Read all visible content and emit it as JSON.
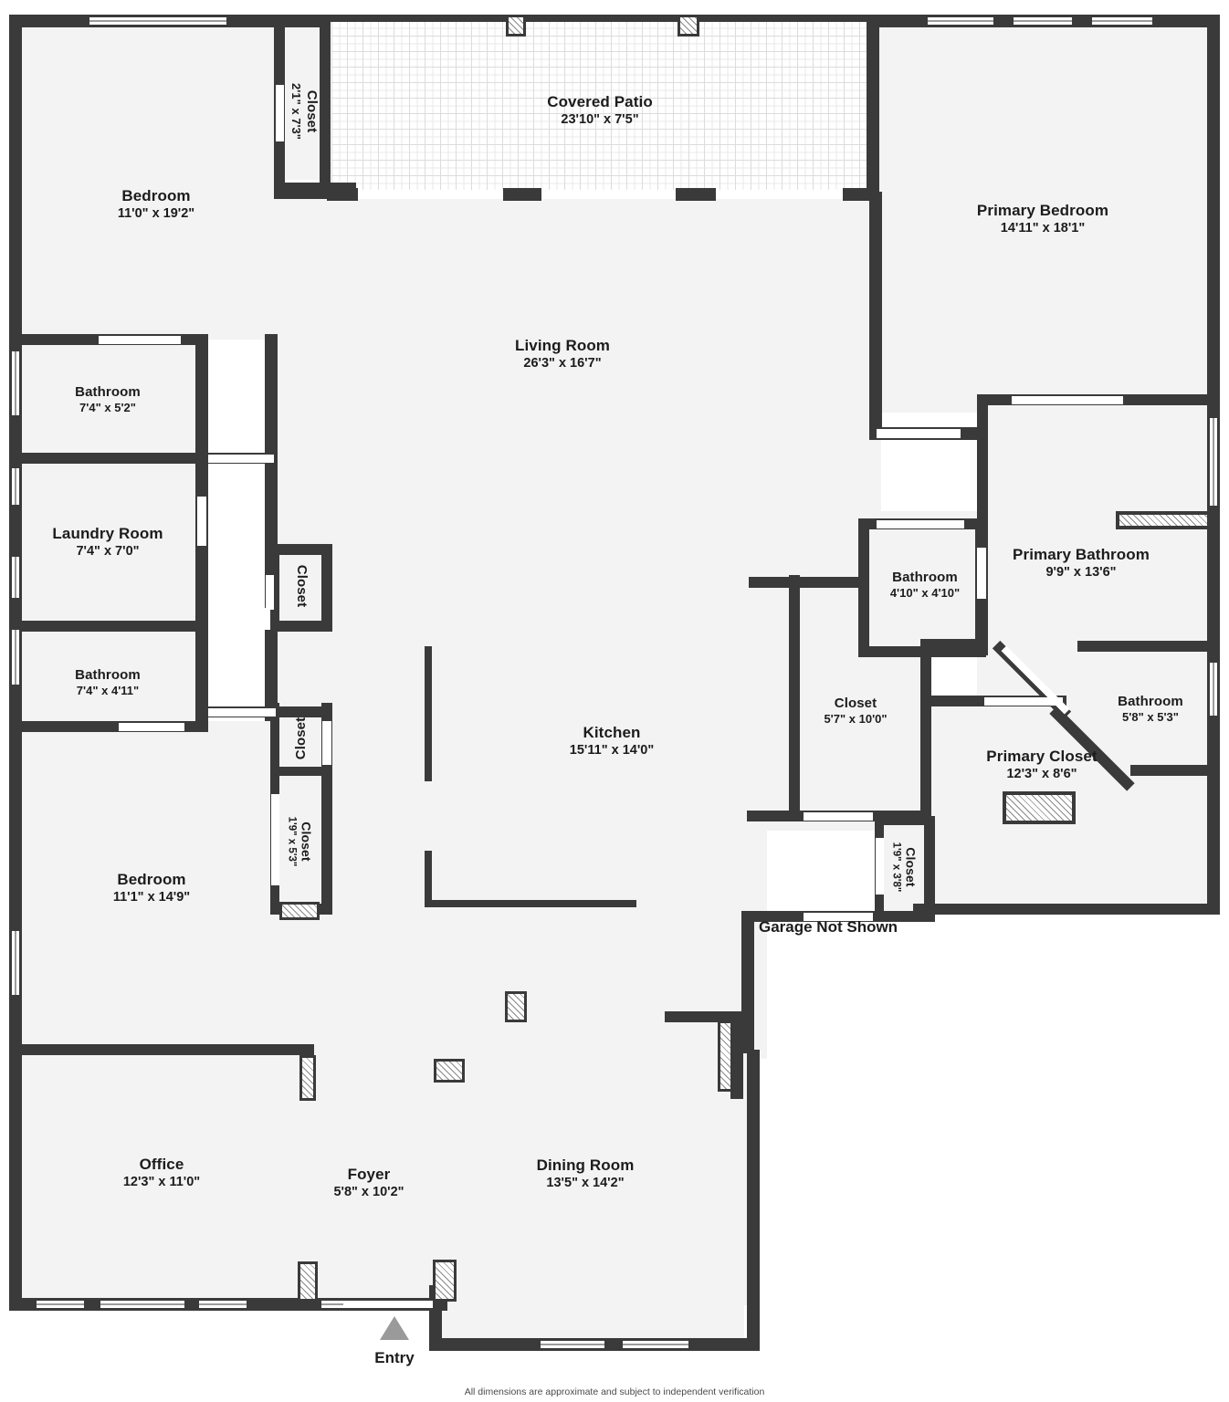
{
  "document": {
    "type": "floor-plan",
    "disclaimer": "All dimensions are approximate and subject to independent verification",
    "entry_label": "Entry",
    "garage_note": "Garage Not Shown",
    "colors": {
      "wall": "#3a3a3a",
      "floor": "#f3f3f3",
      "background": "#ffffff",
      "text": "#1c1c1c",
      "entry_marker": "#9a9a9a",
      "hatch": "#8a8a8a"
    }
  },
  "rooms": [
    {
      "id": "bedroom_front",
      "name": "Bedroom",
      "dim": "11'0\" x 19'2\""
    },
    {
      "id": "closet_bed_top",
      "name": "Closet",
      "dim": "2'1\" x 7'3\""
    },
    {
      "id": "covered_patio",
      "name": "Covered Patio",
      "dim": "23'10\" x 7'5\""
    },
    {
      "id": "primary_bedroom",
      "name": "Primary Bedroom",
      "dim": "14'11\" x 18'1\""
    },
    {
      "id": "bathroom_top",
      "name": "Bathroom",
      "dim": "7'4\" x 5'2\""
    },
    {
      "id": "laundry_room",
      "name": "Laundry Room",
      "dim": "7'4\" x 7'0\""
    },
    {
      "id": "bathroom_mid",
      "name": "Bathroom",
      "dim": "7'4\" x 4'11\""
    },
    {
      "id": "living_room",
      "name": "Living Room",
      "dim": "26'3\" x 16'7\""
    },
    {
      "id": "closet_hall",
      "name": "Closet",
      "dim": ""
    },
    {
      "id": "closet_hall2",
      "name": "Closet",
      "dim": ""
    },
    {
      "id": "closet_bed_back",
      "name": "Closet",
      "dim": "1'9\" x 5'3\""
    },
    {
      "id": "bedroom_back",
      "name": "Bedroom",
      "dim": "11'1\" x 14'9\""
    },
    {
      "id": "kitchen",
      "name": "Kitchen",
      "dim": "15'11\" x 14'0\""
    },
    {
      "id": "bathroom_small",
      "name": "Bathroom",
      "dim": "4'10\" x 4'10\""
    },
    {
      "id": "primary_bathroom",
      "name": "Primary Bathroom",
      "dim": "9'9\" x 13'6\""
    },
    {
      "id": "closet_mid",
      "name": "Closet",
      "dim": "5'7\" x 10'0\""
    },
    {
      "id": "bathroom_corner",
      "name": "Bathroom",
      "dim": "5'8\" x 5'3\""
    },
    {
      "id": "primary_closet",
      "name": "Primary Closet",
      "dim": "12'3\" x 8'6\""
    },
    {
      "id": "closet_garage",
      "name": "Closet",
      "dim": "1'9\" x 3'8\""
    },
    {
      "id": "office",
      "name": "Office",
      "dim": "12'3\" x 11'0\""
    },
    {
      "id": "foyer",
      "name": "Foyer",
      "dim": "5'8\" x 10'2\""
    },
    {
      "id": "dining_room",
      "name": "Dining Room",
      "dim": "13'5\" x 14'2\""
    }
  ]
}
